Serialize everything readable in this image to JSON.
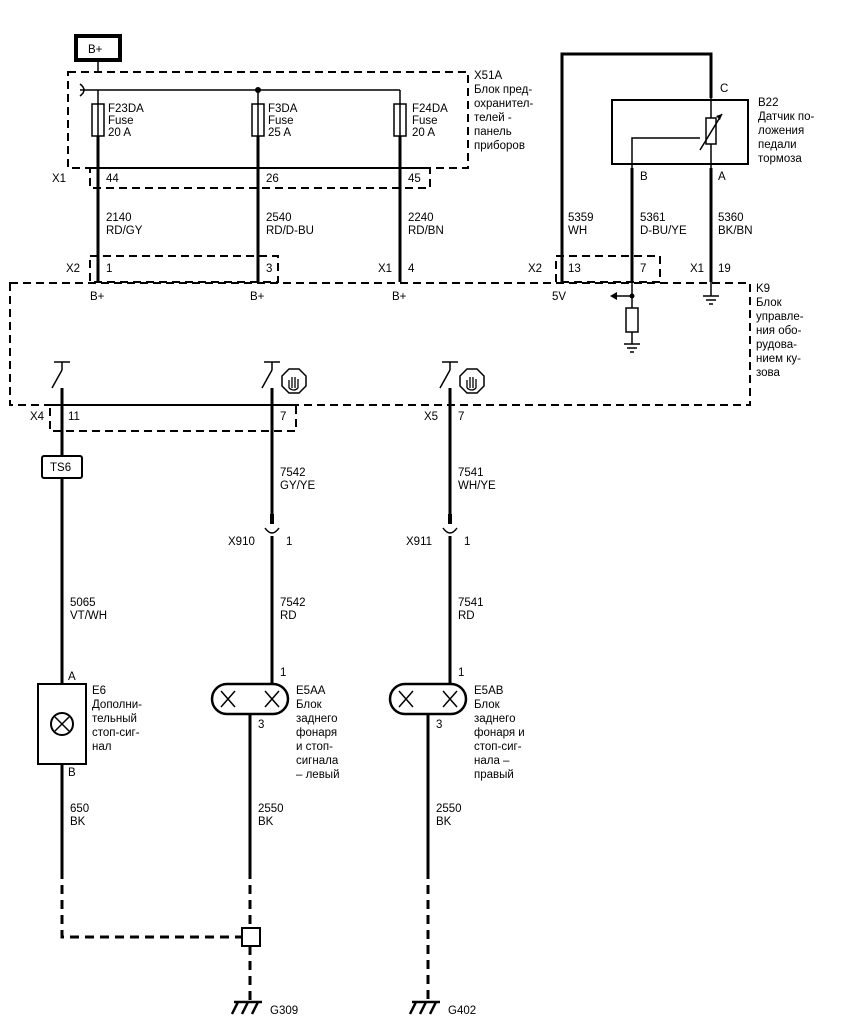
{
  "supply": {
    "label": "B+"
  },
  "fuse_block": {
    "id": "X51A",
    "desc": [
      "Блок пред-",
      "охранител-",
      "телей -",
      "панель",
      "приборов"
    ]
  },
  "fuses": [
    {
      "name": "F23DA",
      "type": "Fuse",
      "rating": "20 A"
    },
    {
      "name": "F3DA",
      "type": "Fuse",
      "rating": "25 A"
    },
    {
      "name": "F24DA",
      "type": "Fuse",
      "rating": "20 A"
    }
  ],
  "sensor": {
    "id": "B22",
    "desc": [
      "Датчик по-",
      "ложения",
      "педали",
      "тормоза"
    ],
    "pin_a": "A",
    "pin_b": "B",
    "pin_c": "C"
  },
  "module": {
    "id": "K9",
    "desc": [
      "Блок",
      "управле-",
      "ния обо-",
      "рудова-",
      "нием ку-",
      "зова"
    ],
    "terminals": [
      "B+",
      "B+",
      "B+",
      "5V"
    ]
  },
  "connectors": {
    "x1_top": {
      "label": "X1",
      "pins": [
        "44",
        "26",
        "45"
      ]
    },
    "x2_left": {
      "label": "X2",
      "pins": [
        "1",
        "3"
      ]
    },
    "x1_mid": {
      "label": "X1",
      "pin": "4"
    },
    "x2_right": {
      "label": "X2",
      "pins": [
        "13",
        "7"
      ]
    },
    "x1_right": {
      "label": "X1",
      "pin": "19"
    },
    "x4": {
      "label": "X4",
      "pins": [
        "11",
        "7"
      ]
    },
    "x5": {
      "label": "X5",
      "pin": "7"
    },
    "x910": {
      "label": "X910",
      "pin": "1"
    },
    "x911": {
      "label": "X911",
      "pin": "1"
    }
  },
  "wires": {
    "w2140": {
      "number": "2140",
      "color": "RD/GY"
    },
    "w2540": {
      "number": "2540",
      "color": "RD/D-BU"
    },
    "w2240": {
      "number": "2240",
      "color": "RD/BN"
    },
    "w5359": {
      "number": "5359",
      "color": "WH"
    },
    "w5361": {
      "number": "5361",
      "color": "D-BU/YE"
    },
    "w5360": {
      "number": "5360",
      "color": "BK/BN"
    },
    "w7542_gy": {
      "number": "7542",
      "color": "GY/YE"
    },
    "w7541_wh": {
      "number": "7541",
      "color": "WH/YE"
    },
    "w5065": {
      "number": "5065",
      "color": "VT/WH"
    },
    "w7542_rd": {
      "number": "7542",
      "color": "RD"
    },
    "w7541_rd": {
      "number": "7541",
      "color": "RD"
    },
    "w650": {
      "number": "650",
      "color": "BK"
    },
    "w2550_l": {
      "number": "2550",
      "color": "BK"
    },
    "w2550_r": {
      "number": "2550",
      "color": "BK"
    }
  },
  "splice": {
    "ts6": "TS6"
  },
  "lamps": {
    "e6": {
      "id": "E6",
      "desc": [
        "Дополни-",
        "тельный",
        "стоп-сиг-",
        "нал"
      ],
      "pin_a": "A",
      "pin_b": "B"
    },
    "e5aa": {
      "id": "E5AA",
      "desc": [
        "Блок",
        "заднего",
        "фонаря",
        "и стоп-",
        "сигнала",
        "– левый"
      ],
      "pin_1": "1",
      "pin_3": "3"
    },
    "e5ab": {
      "id": "E5AB",
      "desc": [
        "Блок",
        "заднего",
        "фонаря и",
        "стоп-сиг-",
        "нала –",
        "правый"
      ],
      "pin_1": "1",
      "pin_3": "3"
    }
  },
  "grounds": [
    "G309",
    "G402"
  ]
}
